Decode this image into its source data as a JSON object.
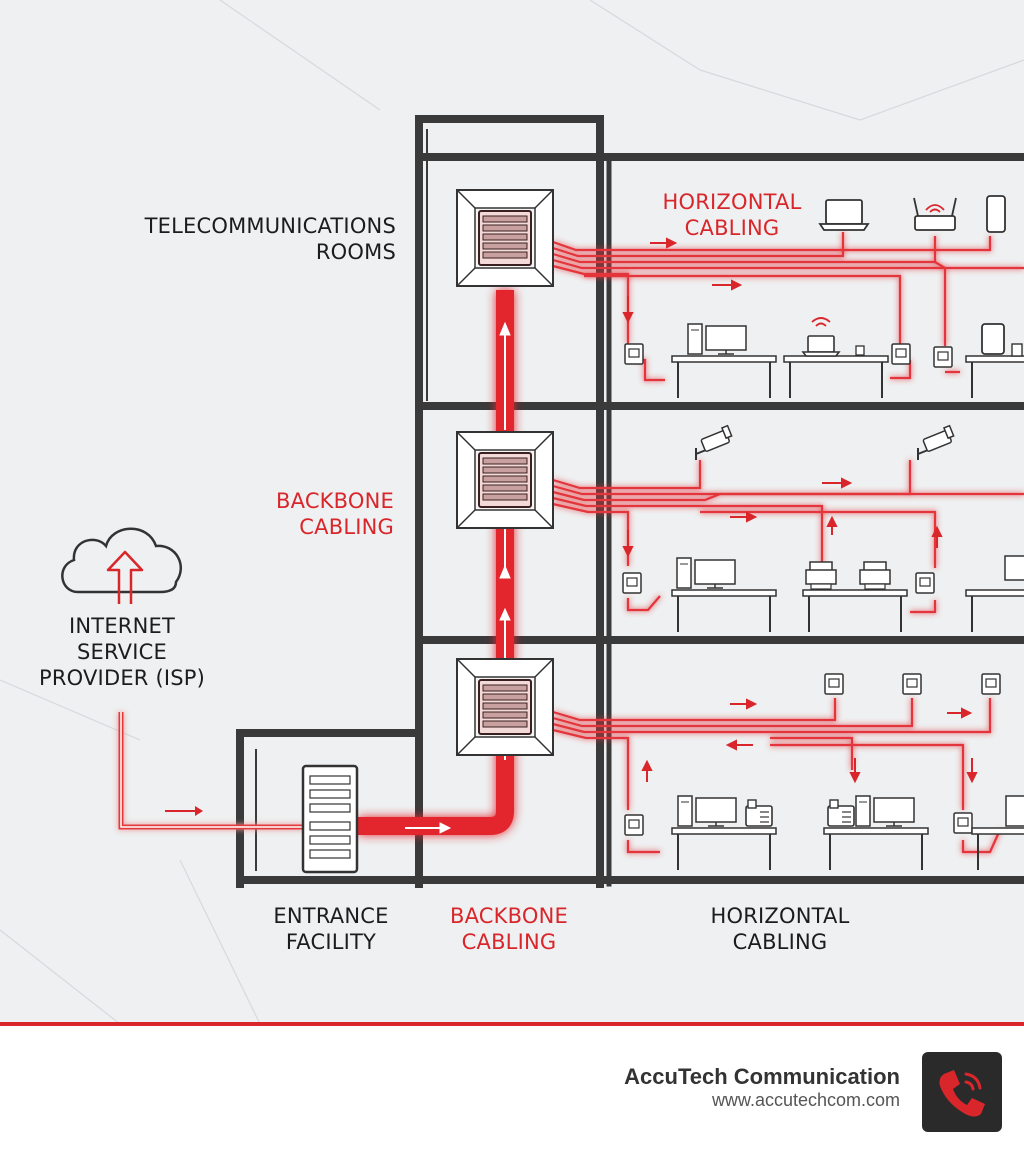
{
  "labels": {
    "telecom_rooms": [
      "TELECOMMUNICATIONS",
      "ROOMS"
    ],
    "horizontal_top": [
      "HORIZONTAL",
      "CABLING"
    ],
    "backbone_side": [
      "BACKBONE",
      "CABLING"
    ],
    "isp": [
      "INTERNET",
      "SERVICE",
      "PROVIDER (ISP)"
    ],
    "entrance": [
      "ENTRANCE",
      "FACILITY"
    ],
    "backbone_bottom": [
      "BACKBONE",
      "CABLING"
    ],
    "horizontal_bottom": [
      "HORIZONTAL",
      "CABLING"
    ]
  },
  "footer": {
    "company": "AccuTech Communication",
    "url": "www.accutechcom.com"
  },
  "icons": [
    "cloud-upload-icon",
    "server-rack-icon",
    "patch-panel-icon",
    "laptop-icon",
    "wifi-router-icon",
    "smartphone-icon",
    "desktop-computer-icon",
    "wall-jack-icon",
    "security-camera-icon",
    "printer-icon",
    "desk-phone-icon",
    "tablet-icon",
    "phone-icon"
  ],
  "colors": {
    "accent": "#d9262b",
    "structure": "#3a3a3a",
    "background": "#eef0f1",
    "logo_bg": "#2a2a2a"
  }
}
